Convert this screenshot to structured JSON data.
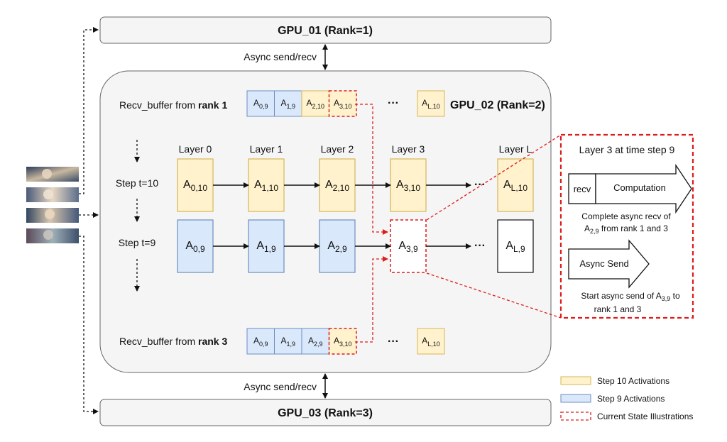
{
  "gpus": {
    "top": "GPU_01 (Rank=1)",
    "mid": "GPU_02 (Rank=2)",
    "bottom": "GPU_03 (Rank=3)"
  },
  "async_label": "Async send/recv",
  "recv_buffer": {
    "prefix": "Recv_buffer from ",
    "rank1": "rank 1",
    "rank3": "rank 3",
    "top_cells": [
      {
        "base": "A",
        "sub": "0,9",
        "state": "step9"
      },
      {
        "base": "A",
        "sub": "1,9",
        "state": "step9"
      },
      {
        "base": "A",
        "sub": "2,10",
        "state": "step10"
      },
      {
        "base": "A",
        "sub": "3,10",
        "state": "current"
      }
    ],
    "bottom_cells": [
      {
        "base": "A",
        "sub": "0,9",
        "state": "step9"
      },
      {
        "base": "A",
        "sub": "1,9",
        "state": "step9"
      },
      {
        "base": "A",
        "sub": "2,9",
        "state": "step9"
      },
      {
        "base": "A",
        "sub": "3,10",
        "state": "current"
      }
    ],
    "ellipsis": "···",
    "last_cell": {
      "base": "A",
      "sub": "L,10"
    }
  },
  "layers": [
    "Layer 0",
    "Layer 1",
    "Layer 2",
    "Layer 3",
    "Layer L"
  ],
  "steps": [
    "Step t=10",
    "Step t=9"
  ],
  "row10": [
    {
      "base": "A",
      "sub": "0,10"
    },
    {
      "base": "A",
      "sub": "1,10"
    },
    {
      "base": "A",
      "sub": "2,10"
    },
    {
      "base": "A",
      "sub": "3,10"
    },
    {
      "base": "A",
      "sub": "L,10"
    }
  ],
  "row9": [
    {
      "base": "A",
      "sub": "0,9"
    },
    {
      "base": "A",
      "sub": "1,9"
    },
    {
      "base": "A",
      "sub": "2,9"
    },
    {
      "base": "A",
      "sub": "3,9"
    },
    {
      "base": "A",
      "sub": "L,9"
    }
  ],
  "ellipsis": "···",
  "zoom": {
    "title": "Layer 3 at time step 9",
    "recv": "recv",
    "computation": "Computation",
    "recv_note_1": "Complete async recv of",
    "recv_note_2_base": "A",
    "recv_note_2_sub": "2,9",
    "recv_note_2_rest": " from rank 1 and 3",
    "send": "Async Send",
    "send_note_1_pre": "Start async send of A",
    "send_note_1_sub": "3,9",
    "send_note_1_post": " to",
    "send_note_2": "rank 1 and 3"
  },
  "legend": [
    {
      "label": "Step 10 Activations",
      "kind": "step10"
    },
    {
      "label": "Step 9 Activations",
      "kind": "step9"
    },
    {
      "label": "Current State Illustrations",
      "kind": "current"
    }
  ],
  "colors": {
    "step10_fill": "#fff2cc",
    "step10_stroke": "#d6b656",
    "step9_fill": "#dae8fc",
    "step9_stroke": "#6c8ebf",
    "current": "#e01b1b",
    "panel_fill": "#f5f5f5",
    "panel_stroke": "#666666"
  },
  "images": [
    {
      "name": "portrait-strip-1-image"
    },
    {
      "name": "portrait-strip-2-image"
    },
    {
      "name": "portrait-strip-3-image"
    },
    {
      "name": "portrait-strip-4-image"
    }
  ]
}
